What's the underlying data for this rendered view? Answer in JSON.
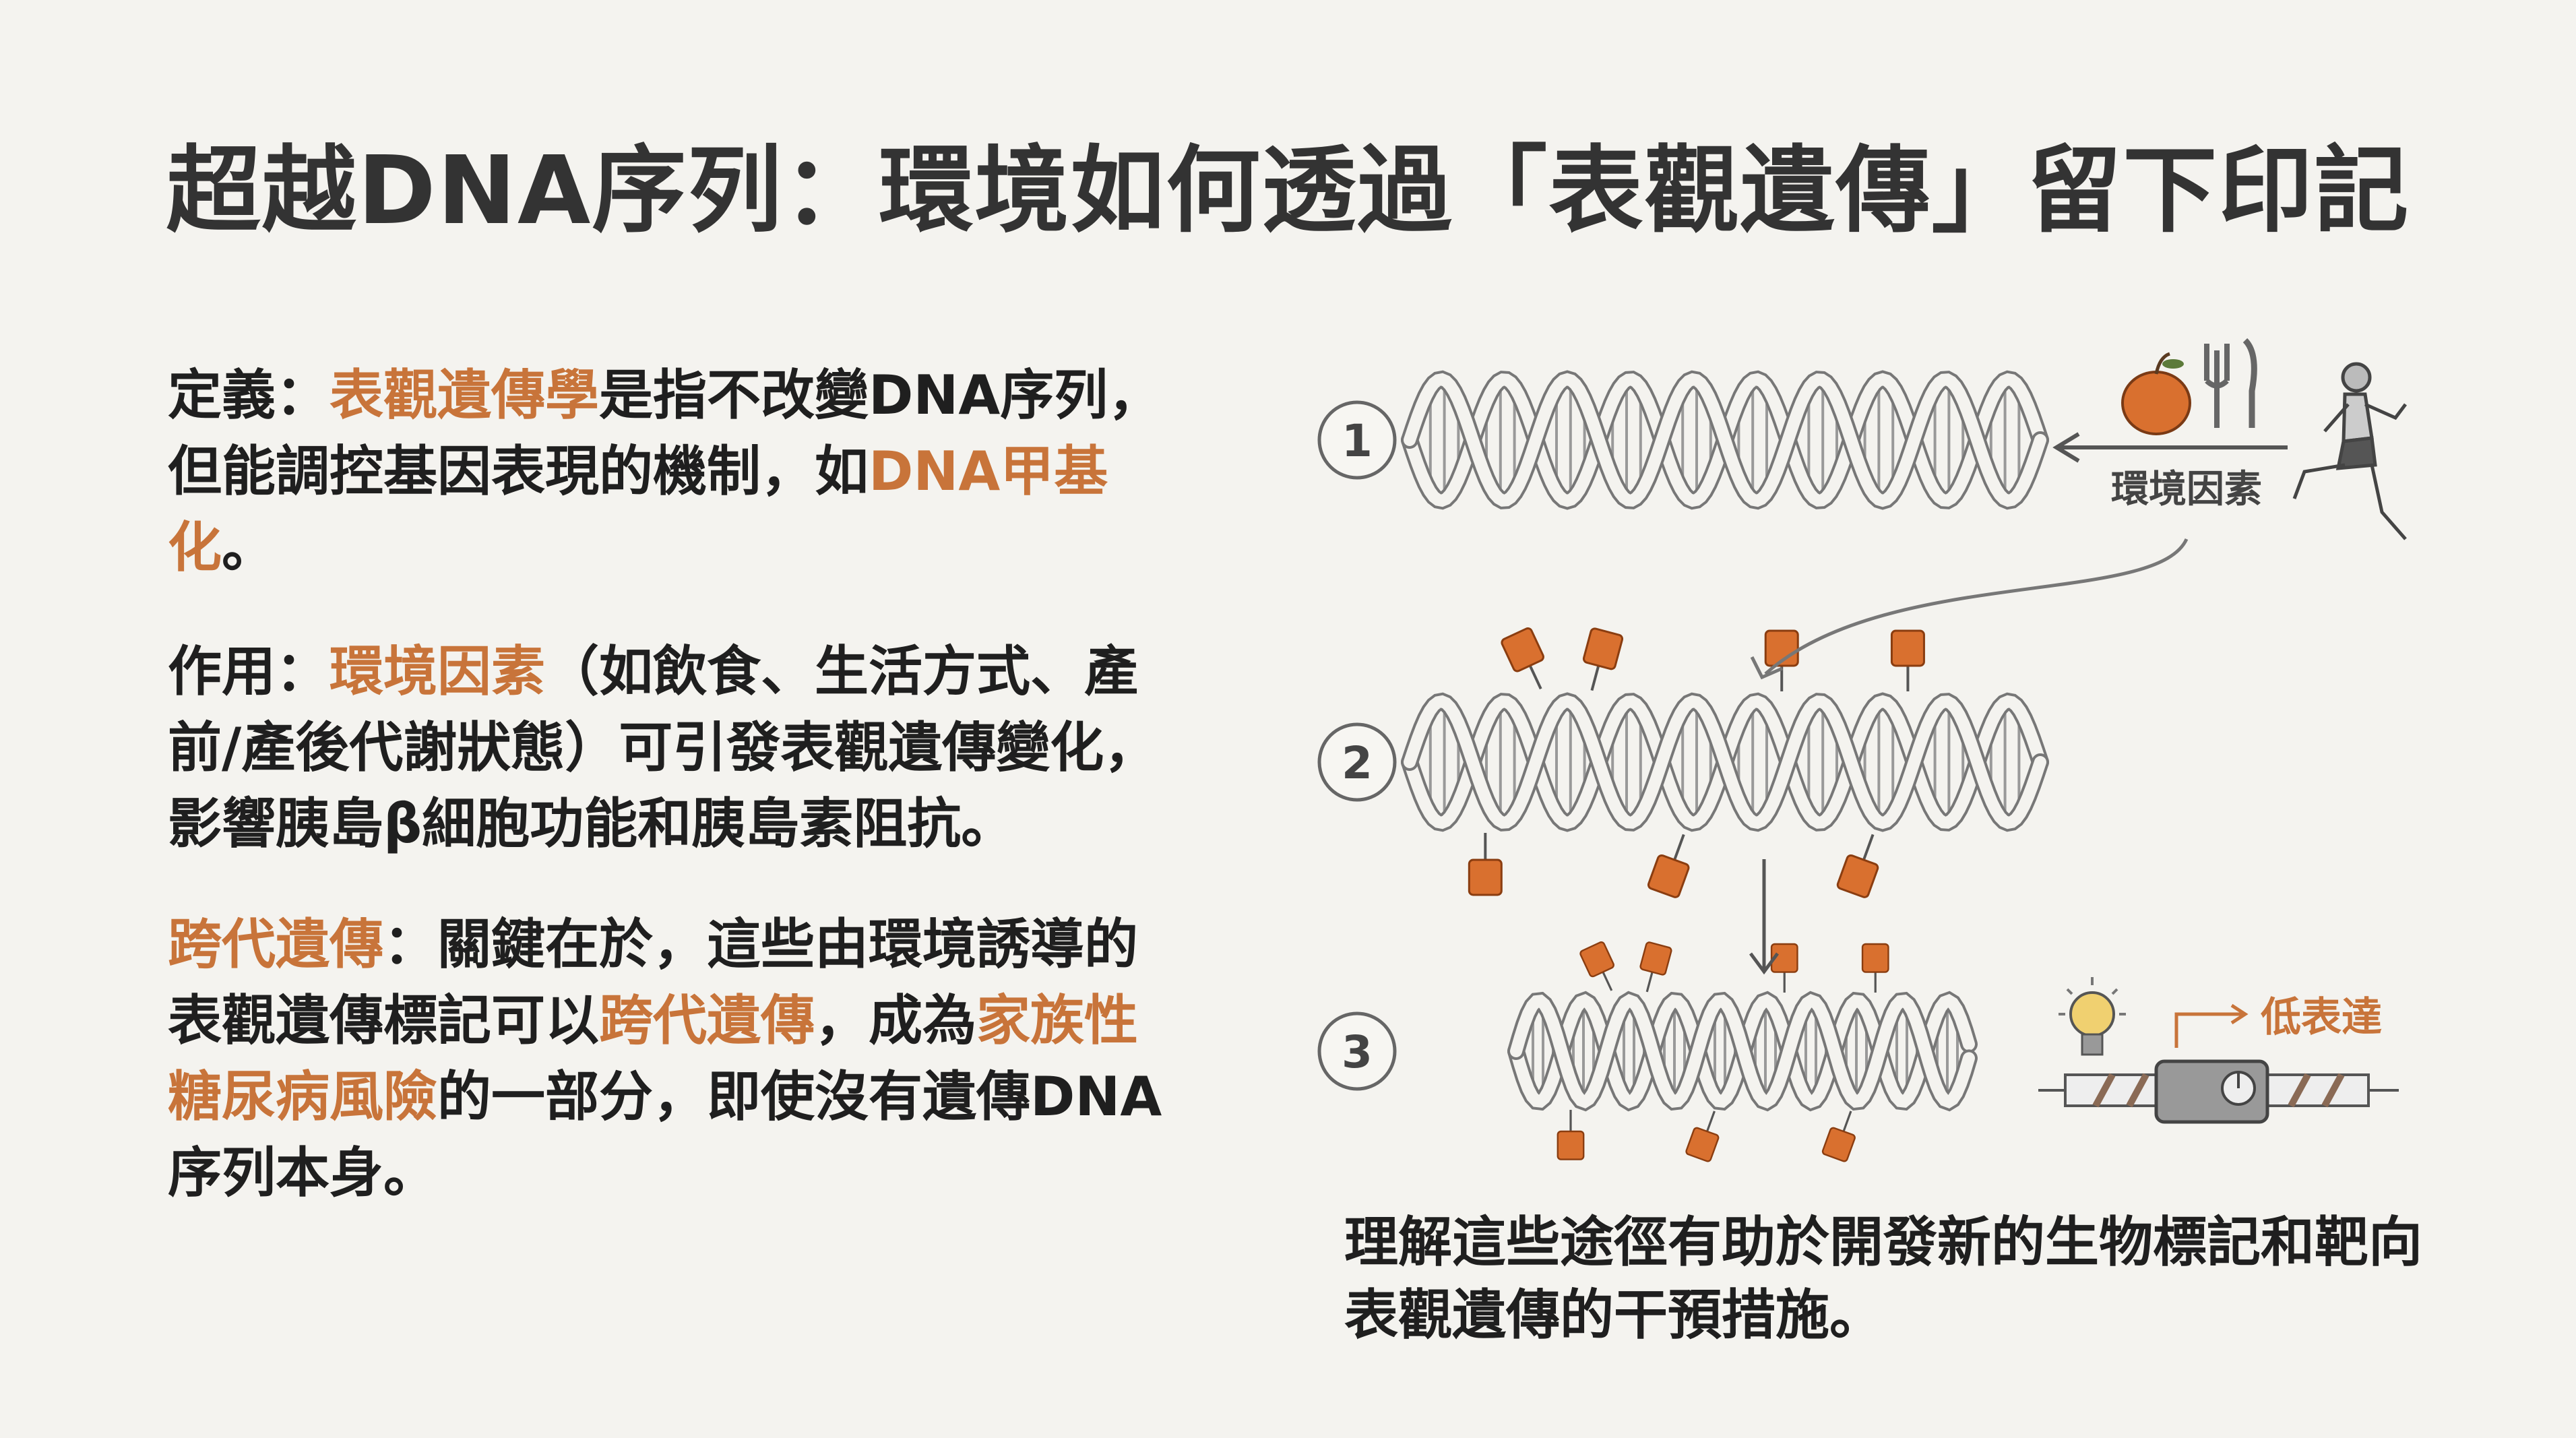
{
  "title": "超越DNA序列：環境如何透過「表觀遺傳」留下印記",
  "paragraphs": [
    [
      {
        "t": "定義：",
        "hl": false
      },
      {
        "t": "表觀遺傳學",
        "hl": true
      },
      {
        "t": "是指不改變DNA序列，但能調控基因表現的機制，如",
        "hl": false
      },
      {
        "t": "DNA甲基化",
        "hl": true
      },
      {
        "t": "。",
        "hl": false
      }
    ],
    [
      {
        "t": "作用：",
        "hl": false
      },
      {
        "t": "環境因素",
        "hl": true
      },
      {
        "t": "（如飲食、生活方式、產前/產後代謝狀態）可引發表觀遺傳變化，影響胰島β細胞功能和胰島素阻抗。",
        "hl": false
      }
    ],
    [
      {
        "t": "跨代遺傳",
        "hl": true
      },
      {
        "t": "：關鍵在於，這些由環境誘導的表觀遺傳標記可以",
        "hl": false
      },
      {
        "t": "跨代遺傳",
        "hl": true
      },
      {
        "t": "，成為",
        "hl": false
      },
      {
        "t": "家族性糖尿病風險",
        "hl": true
      },
      {
        "t": "的一部分，即使沒有遺傳DNA序列本身。",
        "hl": false
      }
    ]
  ],
  "diagram": {
    "steps": [
      "1",
      "2",
      "3"
    ],
    "env_label": "環境因素",
    "low_expression_label": "低表達",
    "icons": [
      "apple-icon",
      "fork-icon",
      "knife-icon",
      "runner-icon",
      "lightbulb-icon",
      "gene-switch-icon",
      "methyl-tag-icon"
    ]
  },
  "conclusion": "理解這些途徑有助於開發新的生物標記和靶向表觀遺傳的干預措施。",
  "colors": {
    "accent": "#c8743a",
    "tag": "#d9702f",
    "text": "#1f1f1f"
  }
}
